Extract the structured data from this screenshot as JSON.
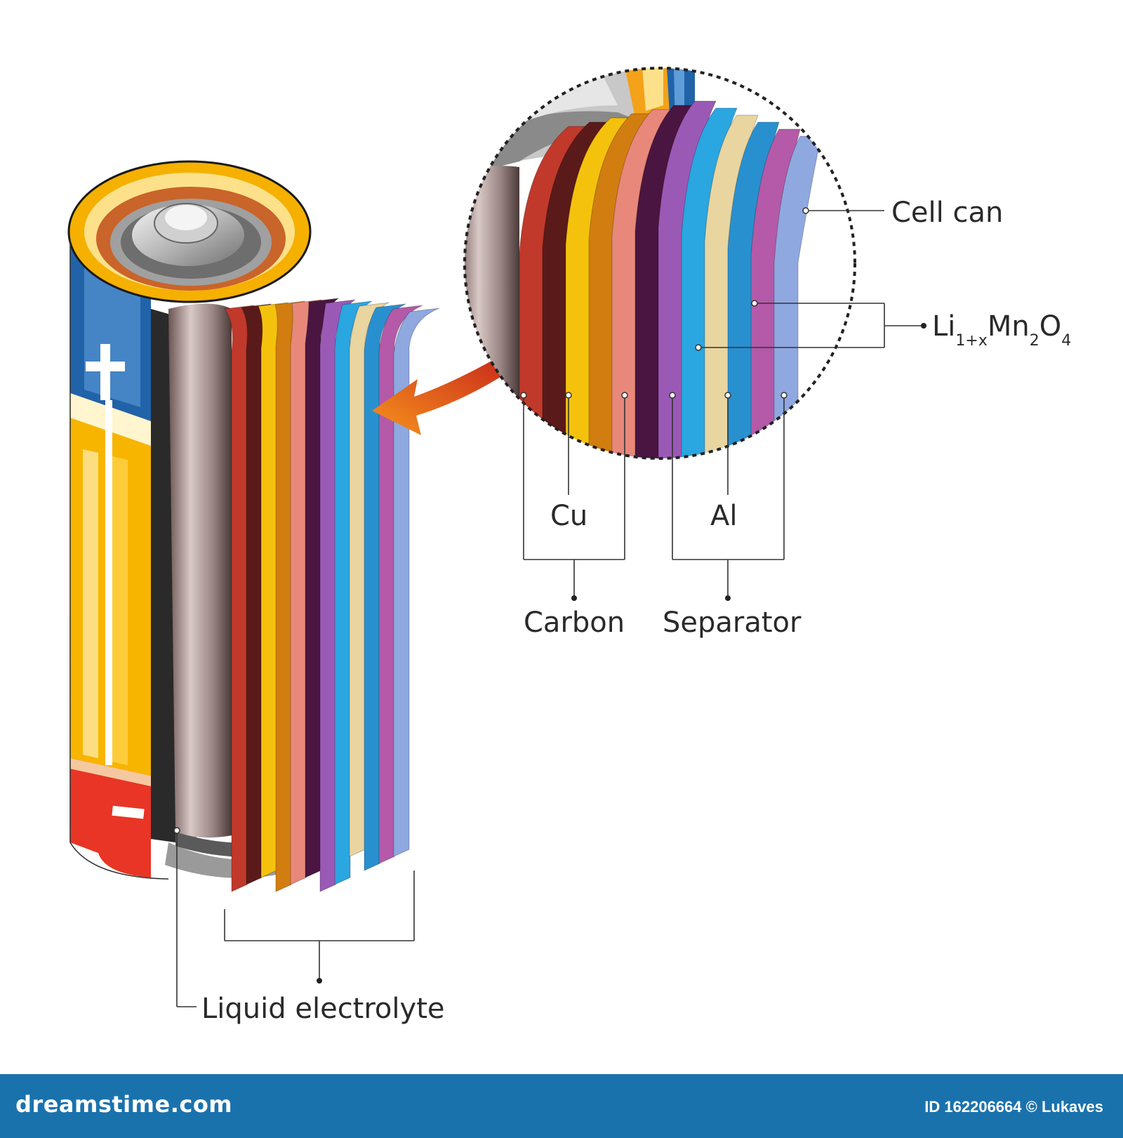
{
  "labels": {
    "cell_can": "Cell can",
    "li_formula": {
      "base": "Li",
      "sub1": "1+x",
      "mid": "Mn",
      "sub2": "2",
      "o": "O",
      "sub3": "4"
    },
    "cu": "Cu",
    "al": "Al",
    "carbon": "Carbon",
    "separator": "Separator",
    "liquid_electrolyte": "Liquid electrolyte"
  },
  "footer": {
    "site": "dreamstime.com",
    "credit": "ID 162206664 © Lukaves"
  },
  "colors": {
    "footer_bg": "#1a72ad",
    "arrow": "#e2231a",
    "layers": [
      "#c0392b",
      "#5a1a1a",
      "#f4c20d",
      "#d27d10",
      "#e8887a",
      "#4a1540",
      "#9b59b6",
      "#2aa6e0",
      "#e8d5a0",
      "#2990d0",
      "#b45aa8",
      "#8fa8e0"
    ]
  }
}
